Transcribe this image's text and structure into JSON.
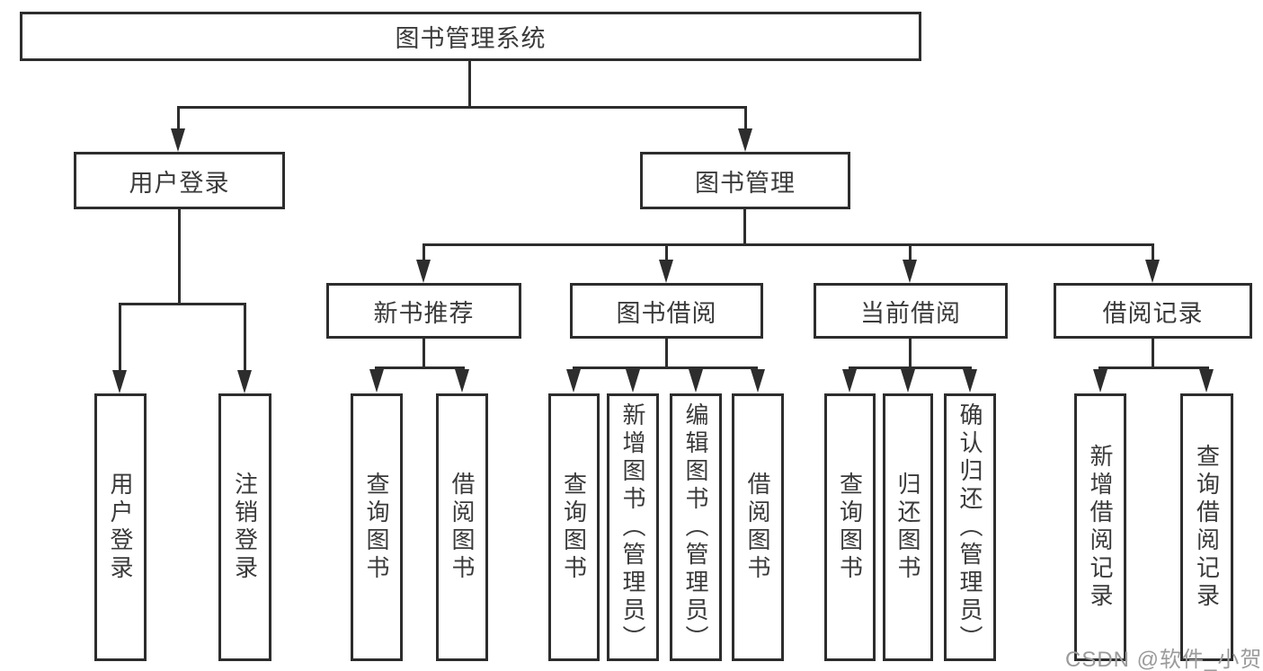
{
  "page": {
    "background": "#ffffff",
    "line_color": "#2d2d2d",
    "text_color": "#3a3a3a",
    "watermark_color": "#9b9b9b"
  },
  "nodes": {
    "root": "图书管理系统",
    "level2": [
      "用户登录",
      "图书管理"
    ],
    "level3": [
      "新书推荐",
      "图书借阅",
      "当前借阅",
      "借阅记录"
    ],
    "leaves": [
      "用户登录",
      "注销登录",
      "查询图书",
      "借阅图书",
      "查询图书",
      "新增图书（管理员）",
      "编辑图书（管理员）",
      "借阅图书",
      "查询图书",
      "归还图书",
      "确认归还（管理员）",
      "新增借阅记录",
      "查询借阅记录"
    ]
  },
  "hierarchy": {
    "图书管理系统": {
      "用户登录": [
        "用户登录",
        "注销登录"
      ],
      "图书管理": {
        "新书推荐": [
          "查询图书",
          "借阅图书"
        ],
        "图书借阅": [
          "查询图书",
          "新增图书（管理员）",
          "编辑图书（管理员）",
          "借阅图书"
        ],
        "当前借阅": [
          "查询图书",
          "归还图书",
          "确认归还（管理员）"
        ],
        "借阅记录": [
          "新增借阅记录",
          "查询借阅记录"
        ]
      }
    }
  },
  "watermark": {
    "text": "CSDN @软件_小贺同学"
  }
}
